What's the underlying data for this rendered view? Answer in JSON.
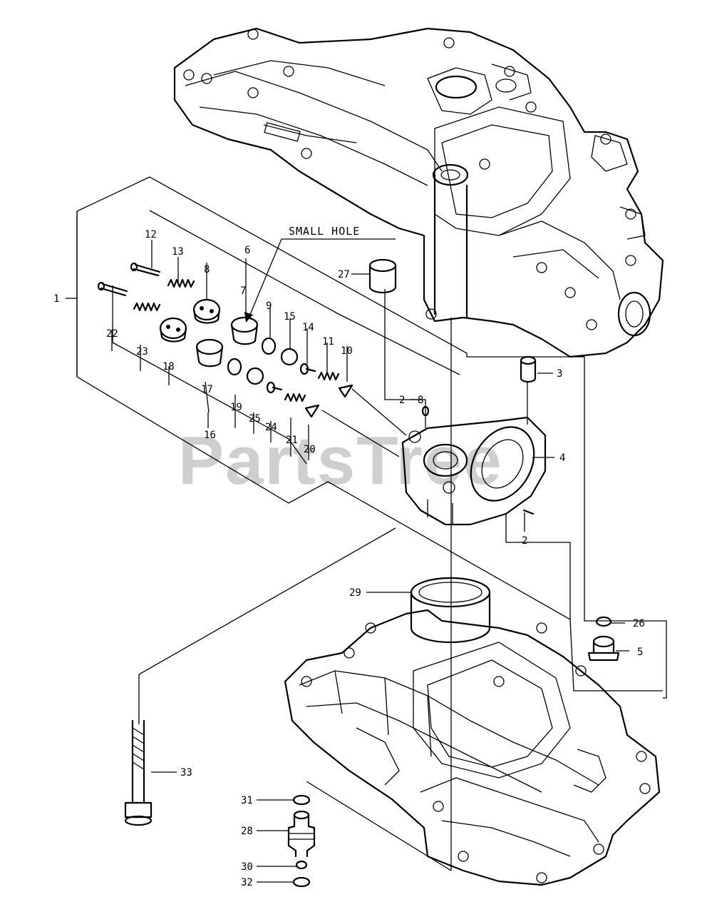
{
  "watermark": "PartsTree",
  "callout": "SMALL HOLE",
  "labels": {
    "l1": "1",
    "l2a": "2",
    "l2b": "2",
    "l3": "3",
    "l4": "4",
    "l5": "5",
    "l6": "6",
    "l7": "7",
    "l8a": "8",
    "l8b": "8",
    "l9": "9",
    "l10": "10",
    "l11": "11",
    "l12": "12",
    "l13": "13",
    "l14": "14",
    "l15": "15",
    "l16": "16",
    "l17": "17",
    "l18": "18",
    "l19": "19",
    "l20": "20",
    "l21": "21",
    "l22": "22",
    "l23": "23",
    "l24": "24",
    "l25": "25",
    "l26": "26",
    "l27": "27",
    "l28": "28",
    "l29": "29",
    "l30": "30",
    "l31": "31",
    "l32": "32",
    "l33": "33"
  }
}
